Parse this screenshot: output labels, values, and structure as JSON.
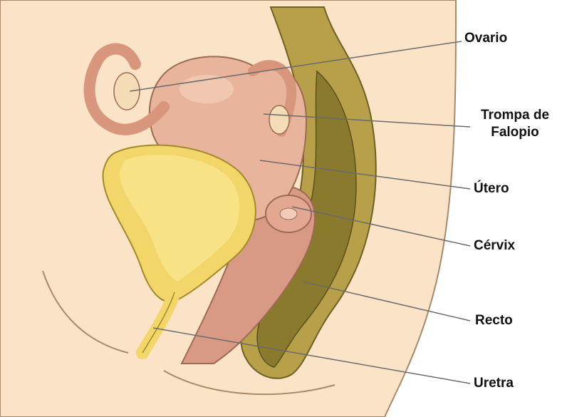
{
  "diagram": {
    "labels": {
      "ovario": "Ovario",
      "trompa_line1": "Trompa de",
      "trompa_line2": "Falopio",
      "utero": "Útero",
      "cervix": "Cérvix",
      "recto": "Recto",
      "uretra": "Uretra"
    },
    "colors": {
      "skin": "#fbe3c7",
      "skin_outline": "#a88a6a",
      "uterus": "#e8b49b",
      "uterus_outline": "#9c6a55",
      "bladder": "#f2d66a",
      "bladder_inner": "#f8e48a",
      "rectum_outer": "#b8a04a",
      "rectum_inner": "#8a7a2e",
      "vagina": "#d99a85",
      "leader_line": "#6b6b6b"
    }
  }
}
